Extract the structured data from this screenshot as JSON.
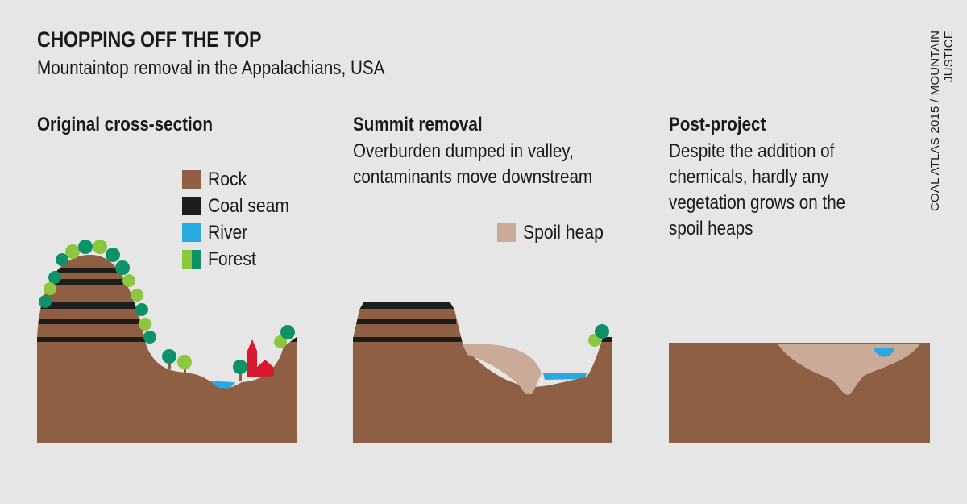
{
  "header": {
    "title": "CHOPPING OFF THE TOP",
    "subtitle": "Mountaintop removal in the Appalachians, USA",
    "credit": "COAL ATLAS 2015 / MOUNTAIN JUSTICE"
  },
  "panels": [
    {
      "title": "Original cross-section",
      "description_lines": []
    },
    {
      "title": "Summit removal",
      "description_lines": [
        "Overburden dumped in valley,",
        "contaminants move downstream"
      ]
    },
    {
      "title": "Post-project",
      "description_lines": [
        "Despite the addition of",
        "chemicals, hardly any",
        "vegetation grows on the",
        "spoil heaps"
      ]
    }
  ],
  "legend": {
    "items": [
      {
        "label": "Rock",
        "color": "#8e5f42"
      },
      {
        "label": "Coal seam",
        "color": "#1d1d1b"
      },
      {
        "label": "River",
        "color": "#29a9e1"
      },
      {
        "label": "Forest",
        "colors": [
          "#8dc63f",
          "#0d9268"
        ]
      }
    ],
    "spoil": {
      "label": "Spoil heap",
      "color": "#c9ab98"
    }
  },
  "colors": {
    "background": "#e6e6e6",
    "rock": "#8e5f42",
    "coal": "#1d1d1b",
    "river": "#29a9e1",
    "forest_light": "#8dc63f",
    "forest_dark": "#0d9268",
    "spoil": "#c9ab98",
    "house": "#d7192f"
  }
}
